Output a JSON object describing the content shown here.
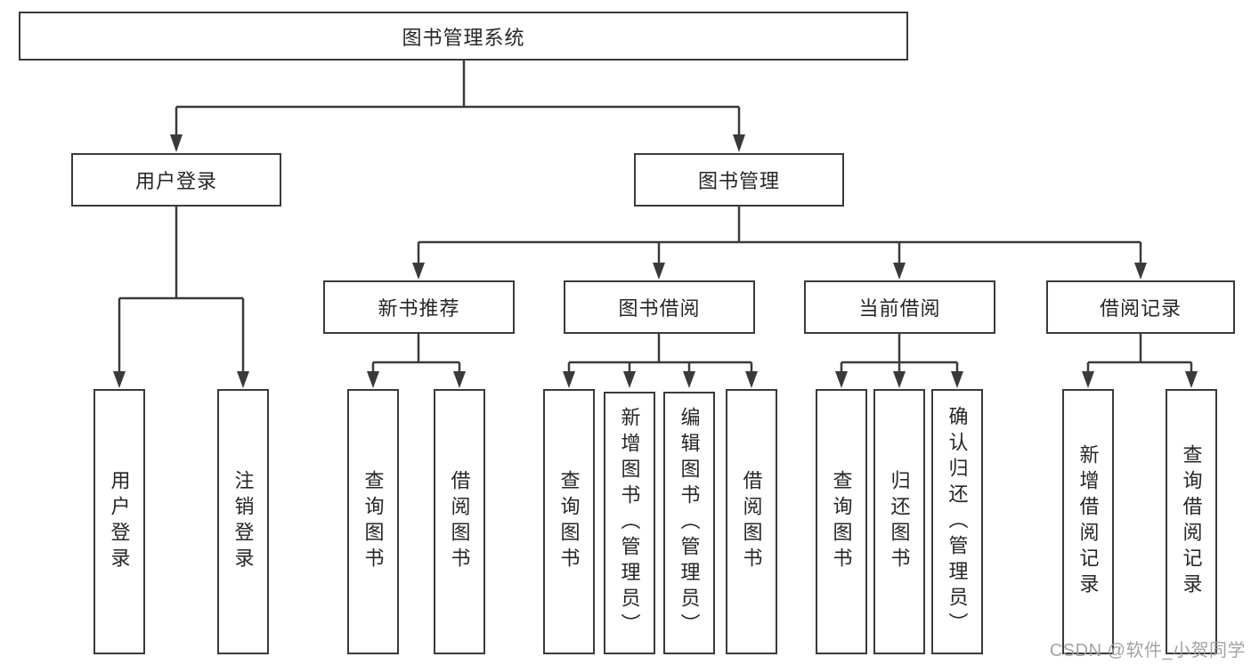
{
  "tree": {
    "root": {
      "label": "图书管理系统"
    },
    "branches": [
      {
        "label": "用户登录",
        "children": [
          {
            "label": "用户登录"
          },
          {
            "label": "注销登录"
          }
        ]
      },
      {
        "label": "图书管理",
        "children": [
          {
            "label": "新书推荐",
            "children": [
              {
                "label": "查询图书"
              },
              {
                "label": "借阅图书"
              }
            ]
          },
          {
            "label": "图书借阅",
            "children": [
              {
                "label": "查询图书"
              },
              {
                "label": "新增图书（管理员）"
              },
              {
                "label": "编辑图书（管理员）"
              },
              {
                "label": "借阅图书"
              }
            ]
          },
          {
            "label": "当前借阅",
            "children": [
              {
                "label": "查询图书"
              },
              {
                "label": "归还图书"
              },
              {
                "label": "确认归还（管理员）"
              }
            ]
          },
          {
            "label": "借阅记录",
            "children": [
              {
                "label": "新增借阅记录"
              },
              {
                "label": "查询借阅记录"
              }
            ]
          }
        ]
      }
    ]
  },
  "watermark": {
    "text": "CSDN @软件_小贺同学"
  },
  "colors": {
    "line": "#3a3a3a",
    "box_border": "#3a3a3a",
    "text": "#262626",
    "watermark": "#9e9e9e",
    "background": "#ffffff"
  }
}
